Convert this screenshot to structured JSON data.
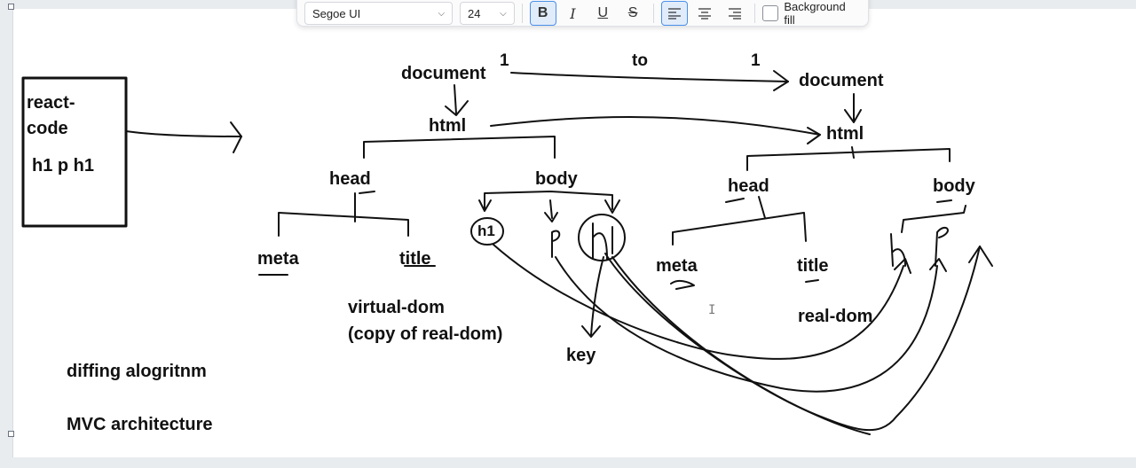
{
  "toolbar": {
    "font_family": "Segoe UI",
    "font_size": "24",
    "bold": "B",
    "italic": "I",
    "underline": "U",
    "strike": "S",
    "background_fill_label": "Background fill"
  },
  "board": {
    "react_code_line1": "react-",
    "react_code_line2": "code",
    "react_code_elems": "h1  p  h1",
    "left_document": "document",
    "left_html": "html",
    "left_head": "head",
    "left_body": "body",
    "left_meta": "meta",
    "left_title": "title",
    "h1_a": "h1",
    "p": "p",
    "one_left": "1",
    "to": "to",
    "one_right": "1",
    "right_document": "document",
    "right_html": "html",
    "right_head": "head",
    "right_body": "body",
    "right_meta": "meta",
    "right_title": "title",
    "virtual_dom_line1": "virtual-dom",
    "virtual_dom_line2": "(copy of real-dom)",
    "real_dom": "real-dom",
    "key": "key",
    "diffing": "diffing alogritnm",
    "mvc": "MVC architecture"
  },
  "colors": {
    "ink": "#111111",
    "accent": "#4a8fe8",
    "canvas_bg": "#ffffff"
  }
}
